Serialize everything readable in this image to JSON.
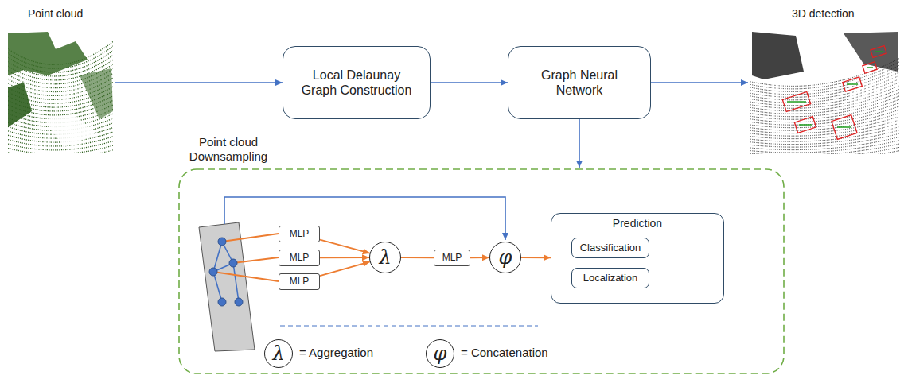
{
  "diagram": {
    "nodes": [
      {
        "text": [
          "Point cloud"
        ]
      },
      {
        "text": [
          "Local Delaunay Graph Construction"
        ]
      },
      {
        "text": [
          "Graph Neural Network"
        ]
      },
      {
        "text": [
          "3D detection"
        ]
      },
      {
        "text": [
          "MLP"
        ]
      },
      {
        "text": [
          "MLP"
        ]
      },
      {
        "text": [
          "MLP"
        ]
      },
      {
        "text": [
          "λ"
        ]
      },
      {
        "text": [
          "MLP"
        ]
      },
      {
        "text": [
          "φ"
        ]
      },
      {
        "text": [
          "Prediction"
        ]
      },
      {
        "text": [
          "Classification"
        ],
        "in": 10
      },
      {
        "text": [
          "Localization"
        ],
        "in": 10
      },
      {
        "text": [
          "λ"
        ]
      },
      {
        "text": [
          "φ"
        ]
      }
    ],
    "edges": [
      {
        "from": 0,
        "to": 1,
        "arrow": "to",
        "label": "Point cloud Downsampling"
      },
      {
        "from": 1,
        "to": 2,
        "arrow": "to"
      },
      {
        "from": 2,
        "to": 3,
        "arrow": "to"
      },
      {
        "from": 4,
        "to": 7,
        "arrow": "to"
      },
      {
        "from": 5,
        "to": 7,
        "arrow": "to"
      },
      {
        "from": 6,
        "to": 7,
        "arrow": "to"
      },
      {
        "from": 7,
        "to": 8,
        "arrow": "none"
      },
      {
        "from": 8,
        "to": 9,
        "arrow": "to"
      },
      {
        "from": 9,
        "to": 10,
        "arrow": "to"
      }
    ],
    "labels": [
      "= Aggregation",
      "= Concatenation"
    ]
  }
}
